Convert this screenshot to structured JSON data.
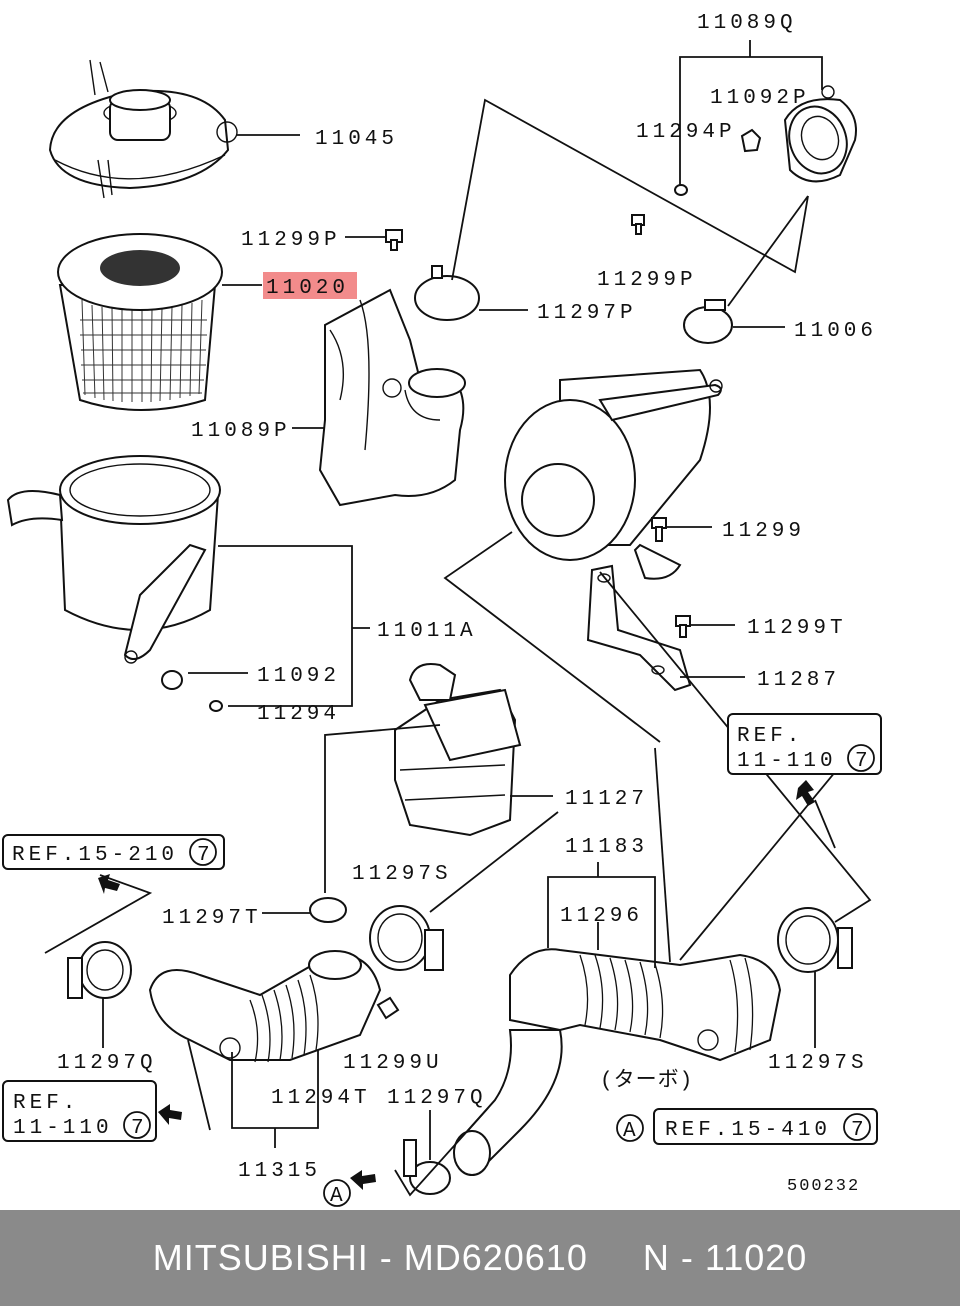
{
  "labels": {
    "p11089q": "11089Q",
    "p11092p": "11092P",
    "p11294p": "11294P",
    "p11045": "11045",
    "p11299p_a": "11299P",
    "p11020": "11020",
    "p11299p_b": "11299P",
    "p11297p": "11297P",
    "p11006": "11006",
    "p11089p": "11089P",
    "p11299": "11299",
    "p11011a": "11011A",
    "p11299t": "11299T",
    "p11092": "11092",
    "p11287": "11287",
    "p11294": "11294",
    "p11127": "11127",
    "p11183": "11183",
    "p11297s_a": "11297S",
    "p11296": "11296",
    "p11297t": "11297T",
    "p11297q_a": "11297Q",
    "p11299u": "11299U",
    "p11297s_b": "11297S",
    "p11294t": "11294T",
    "p11297q_b": "11297Q",
    "p11315": "11315",
    "turbo": "(ターボ)",
    "code": "500232"
  },
  "refs": {
    "ref_a_line1": "REF.",
    "ref_a_line2": "11-110",
    "ref_a_num": "7",
    "ref_b": "REF.15-210",
    "ref_b_num": "7",
    "ref_c_line1": "REF.",
    "ref_c_line2": "11-110",
    "ref_c_num": "7",
    "ref_d": "REF.15-410",
    "ref_d_num": "7",
    "marker_a": "A"
  },
  "highlight_color": "#f28b8b",
  "footer": {
    "text": "MITSUBISHI - MD620610     N - 11020"
  }
}
